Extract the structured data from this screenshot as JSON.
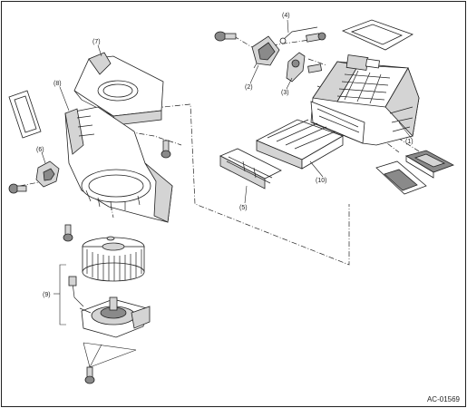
{
  "part_labels": {
    "p1": "(1)",
    "p2": "(2)",
    "p3": "(3)",
    "p4": "(4)",
    "p5": "(5)",
    "p6": "(6)",
    "p7": "(7)",
    "p8": "(8)",
    "p9": "(9)",
    "p10": "(10)"
  },
  "figure_code": "AC-01569",
  "colors": {
    "line": "#222222",
    "part_fill": "#ffffff",
    "shade_fill": "#d4d4d4",
    "dark_fill": "#8a8a8a"
  }
}
